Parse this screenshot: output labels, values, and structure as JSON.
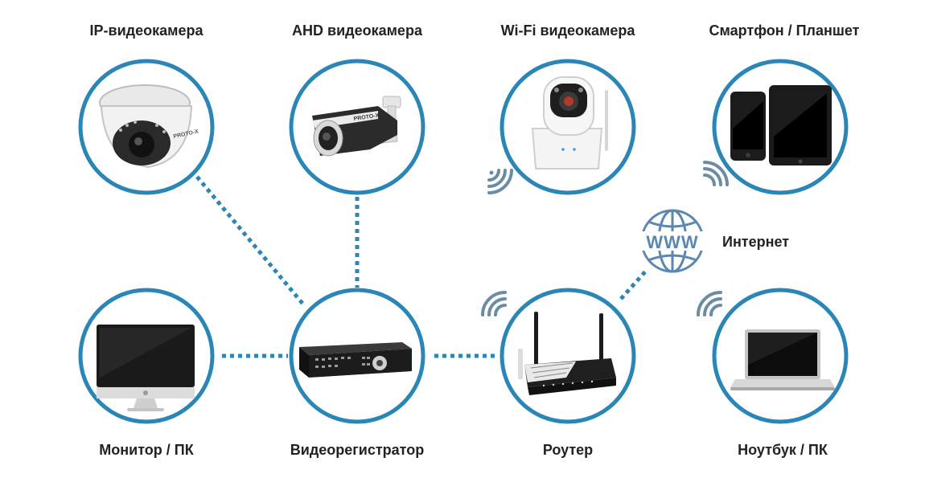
{
  "labels": {
    "ip_camera": "IP-видеокамера",
    "ahd_camera": "AHD видеокамера",
    "wifi_camera": "Wi-Fi видеокамера",
    "smartphone": "Смартфон / Планшет",
    "internet": "Интернет",
    "monitor": "Монитор / ПК",
    "dvr": "Видеорегистратор",
    "router": "Роутер",
    "laptop": "Ноутбук / ПК"
  },
  "internet_icon_text": "WWW",
  "colors": {
    "circle_stroke": "#2a86b6",
    "connector": "#2a86b6",
    "signal": "#6a8da3",
    "globe": "#5b87b1",
    "label_text": "#222222"
  }
}
